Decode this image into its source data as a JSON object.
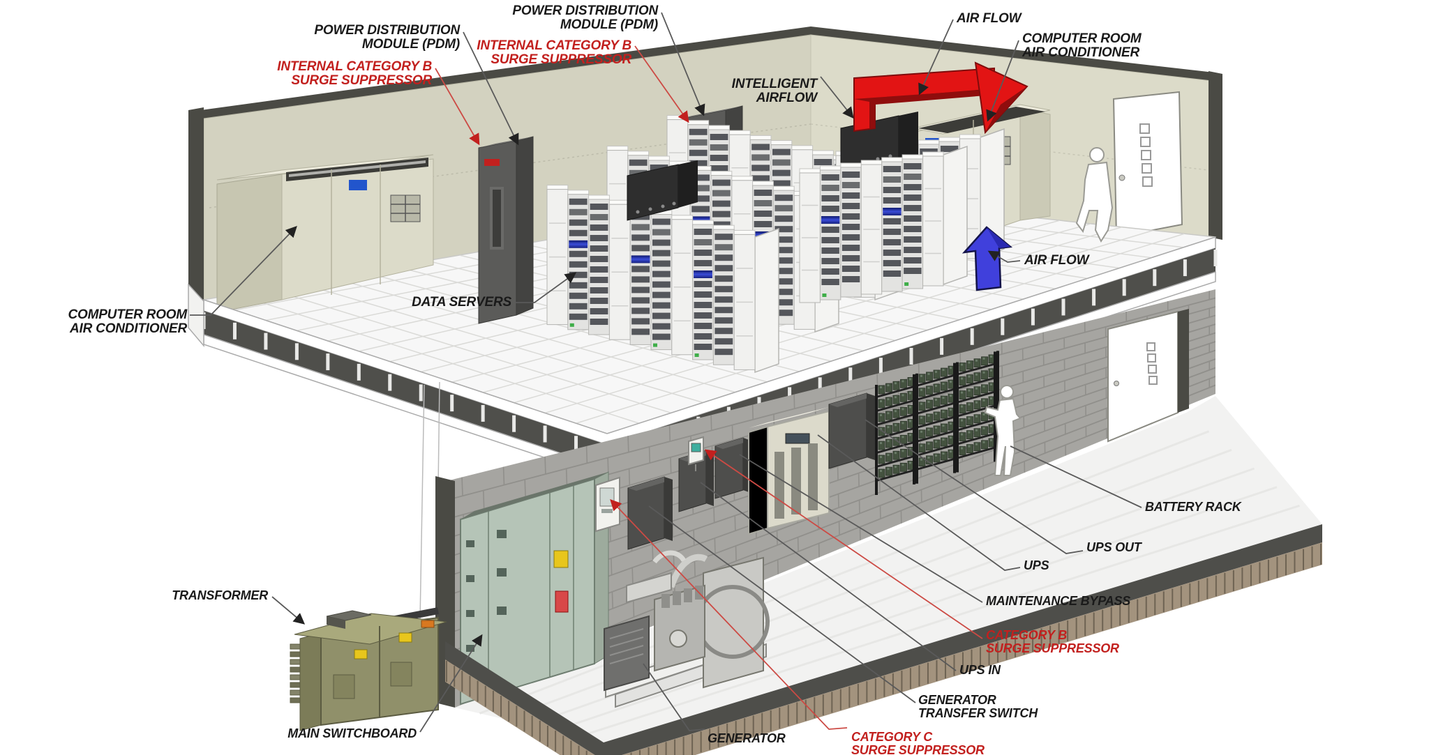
{
  "diagram": {
    "type": "isometric-cutaway",
    "subject": "Data center power and cooling infrastructure, two-story cutaway",
    "labels": {
      "pdm_1": {
        "lines": [
          "POWER DISTRIBUTION",
          "MODULE (PDM)"
        ],
        "style": "black"
      },
      "internal_cat_b_1": {
        "lines": [
          "INTERNAL CATEGORY B",
          "SURGE SUPPRESSOR"
        ],
        "style": "red"
      },
      "pdm_2": {
        "lines": [
          "POWER DISTRIBUTION",
          "MODULE (PDM)"
        ],
        "style": "black"
      },
      "internal_cat_b_2": {
        "lines": [
          "INTERNAL CATEGORY B",
          "SURGE SUPPRESSOR"
        ],
        "style": "red"
      },
      "air_flow_top": {
        "lines": [
          "AIR FLOW"
        ],
        "style": "black"
      },
      "crac_right": {
        "lines": [
          "COMPUTER ROOM",
          "AIR CONDITIONER"
        ],
        "style": "black"
      },
      "intelligent_airflow": {
        "lines": [
          "INTELLIGENT",
          "AIRFLOW"
        ],
        "style": "black"
      },
      "crac_left": {
        "lines": [
          "COMPUTER ROOM",
          "AIR CONDITIONER"
        ],
        "style": "black"
      },
      "data_servers": {
        "lines": [
          "DATA SERVERS"
        ],
        "style": "black"
      },
      "air_flow_blue": {
        "lines": [
          "AIR FLOW"
        ],
        "style": "black"
      },
      "battery_rack": {
        "lines": [
          "BATTERY RACK"
        ],
        "style": "black"
      },
      "ups_out": {
        "lines": [
          "UPS OUT"
        ],
        "style": "black"
      },
      "ups": {
        "lines": [
          "UPS"
        ],
        "style": "black"
      },
      "maintenance_bypass": {
        "lines": [
          "MAINTENANCE BYPASS"
        ],
        "style": "black"
      },
      "category_b": {
        "lines": [
          "CATEGORY B",
          "SURGE SUPPRESSOR"
        ],
        "style": "red"
      },
      "ups_in": {
        "lines": [
          "UPS IN"
        ],
        "style": "black"
      },
      "generator_transfer_switch": {
        "lines": [
          "GENERATOR",
          "TRANSFER SWITCH"
        ],
        "style": "black"
      },
      "generator": {
        "lines": [
          "GENERATOR"
        ],
        "style": "black"
      },
      "category_c": {
        "lines": [
          "CATEGORY C",
          "SURGE SUPPRESSOR"
        ],
        "style": "red"
      },
      "transformer": {
        "lines": [
          "TRANSFORMER"
        ],
        "style": "black"
      },
      "main_switchboard": {
        "lines": [
          "MAIN SWITCHBOARD"
        ],
        "style": "black"
      }
    },
    "colors": {
      "label_black": "#1a1a1a",
      "label_red": "#c2201e",
      "leader_black": "#5a5a5a",
      "leader_red": "#cc4a44",
      "duct_red": "#e21414",
      "duct_red_dark": "#8f0d0d",
      "arrow_blue": "#4040dc",
      "wall_beige_left": "#d3d2c0",
      "wall_beige_right": "#dcdbc9",
      "wall_trim_dark": "#4a4a44",
      "cinder_grey": "#a6a5a1",
      "floor_white": "#f7f7f7",
      "switchboard_green": "#b5c4b7",
      "transformer_olive": "#90906a",
      "cabinet_dark": "#4e4e4c",
      "rack_blue_display": "#2a3ac2",
      "rack_green_led": "#3fae49"
    }
  }
}
